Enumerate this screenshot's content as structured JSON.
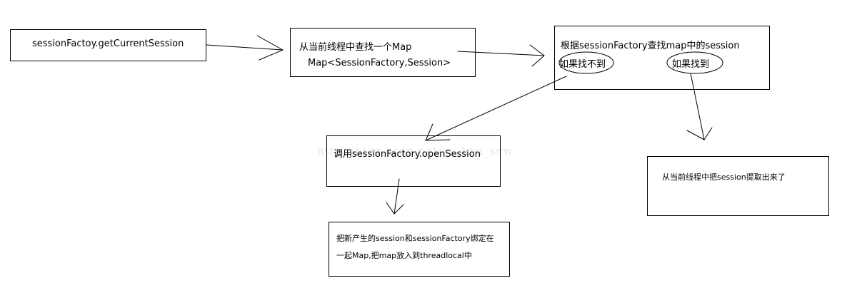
{
  "diagram": {
    "nodes": {
      "get_current_session": {
        "label": "sessionFactoy.getCurrentSession"
      },
      "find_map": {
        "line1": "从当前线程中查找一个Map",
        "line2": "Map<SessionFactory,Session>"
      },
      "lookup_session": {
        "title": "根据sessionFactory查找map中的session",
        "not_found": "如果找不到",
        "found": "如果找到"
      },
      "open_session": {
        "label": "调用sessionFactory.openSession"
      },
      "bind_map": {
        "line1": "把新产生的session和sessionFactory绑定在",
        "line2": "一起Map,把map放入到threadlocal中"
      },
      "take_from_thread": {
        "label": "从当前线程中把session提取出来了"
      }
    },
    "watermark": "http://blog.csdn.net/cs_hnu_scw",
    "colors": {
      "stroke": "#000000",
      "background": "#ffffff",
      "watermark": "#e6e6e6"
    }
  }
}
